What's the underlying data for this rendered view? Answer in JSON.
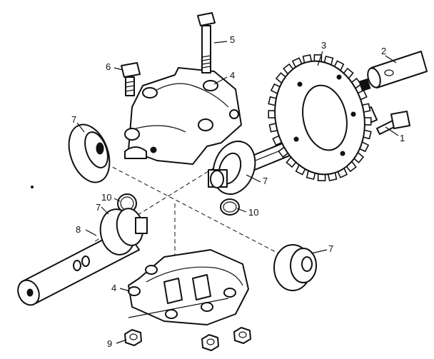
{
  "callouts": [
    {
      "id": "c1",
      "text": "1"
    },
    {
      "id": "c2",
      "text": "2"
    },
    {
      "id": "c3",
      "text": "3"
    },
    {
      "id": "c4a",
      "text": "4"
    },
    {
      "id": "c5",
      "text": "5"
    },
    {
      "id": "c6",
      "text": "6"
    },
    {
      "id": "c7a",
      "text": "7"
    },
    {
      "id": "c7b",
      "text": "7"
    },
    {
      "id": "c7c",
      "text": "7"
    },
    {
      "id": "c7d",
      "text": "7"
    },
    {
      "id": "c8",
      "text": "8"
    },
    {
      "id": "c10a",
      "text": "10"
    },
    {
      "id": "c10b",
      "text": "10"
    },
    {
      "id": "c4b",
      "text": "4"
    },
    {
      "id": "c9",
      "text": "9"
    }
  ]
}
